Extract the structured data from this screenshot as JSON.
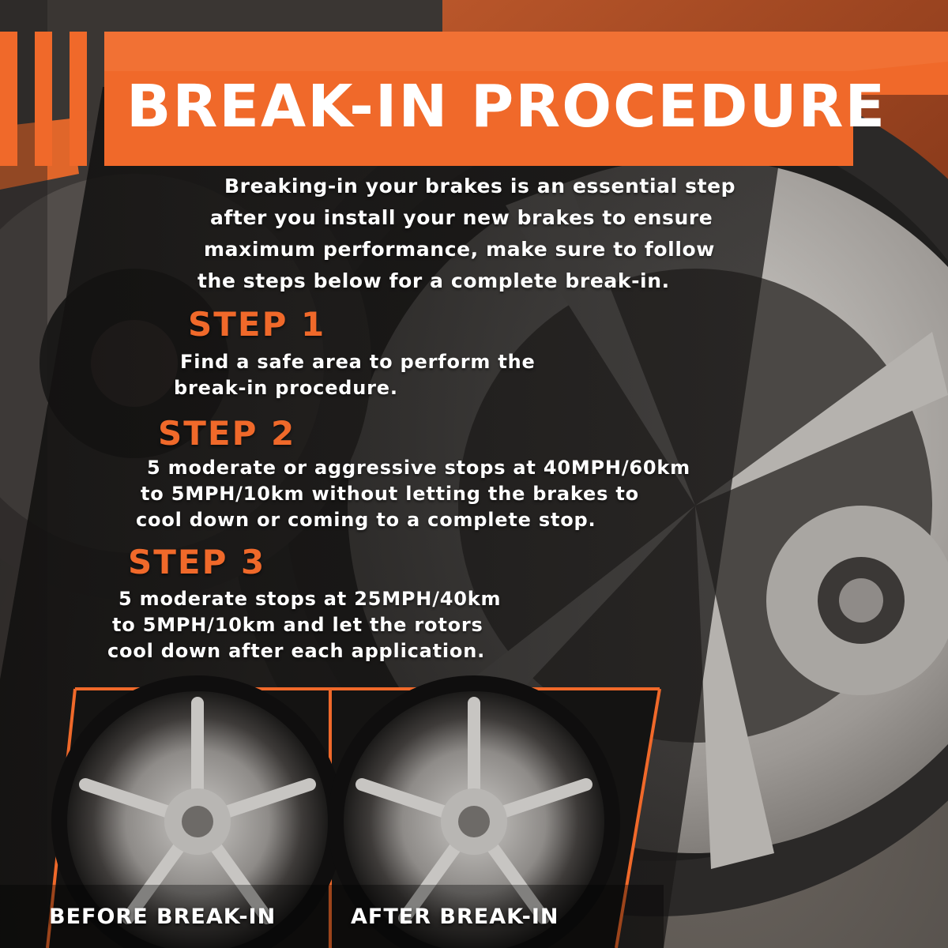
{
  "header": {
    "title": "BREAK-IN PROCEDURE"
  },
  "intro": {
    "lines": [
      "Breaking-in your brakes is an essential step",
      "after you install your new brakes to ensure",
      "maximum performance, make sure to follow",
      "the steps below for a complete break-in."
    ]
  },
  "steps": [
    {
      "heading": "STEP 1",
      "lines": [
        "Find a safe area to perform the",
        "break-in procedure."
      ]
    },
    {
      "heading": "STEP 2",
      "lines": [
        "5 moderate or aggressive stops at 40MPH/60km",
        "to 5MPH/10km without letting the brakes to",
        "cool down or coming to a complete stop."
      ]
    },
    {
      "heading": "STEP 3",
      "lines": [
        "5 moderate stops at 25MPH/40km",
        "to 5MPH/10km and let the rotors",
        "cool down after each application."
      ]
    }
  ],
  "comparison": {
    "before_label": "BEFORE BREAK-IN",
    "after_label": "AFTER BREAK-IN"
  },
  "colors": {
    "accent": "#f0692a",
    "text": "#ffffff",
    "overlay": "#1c1a19"
  }
}
